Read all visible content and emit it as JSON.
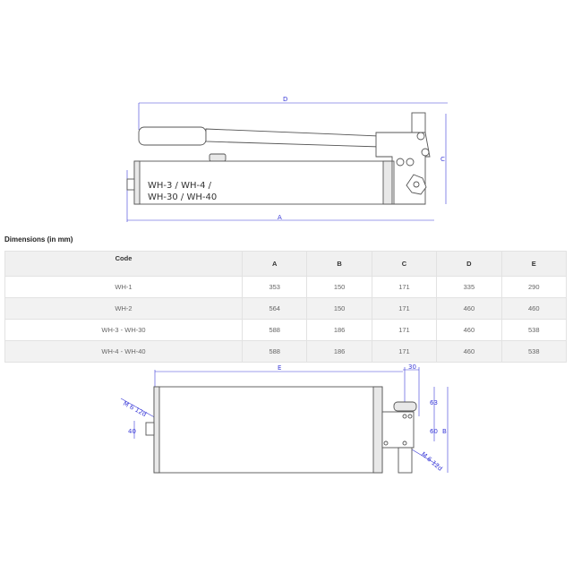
{
  "drawing_top": {
    "model_label_line1": "WH-3 / WH-4 /",
    "model_label_line2": "WH-30 / WH-40",
    "dim_D": "D",
    "dim_A": "A",
    "dim_C": "C"
  },
  "title": "Dimensions (in mm)",
  "table": {
    "headers": [
      "Code",
      "A",
      "B",
      "C",
      "D",
      "E"
    ],
    "rows": [
      [
        "WH-1",
        "353",
        "150",
        "171",
        "335",
        "290"
      ],
      [
        "WH-2",
        "564",
        "150",
        "171",
        "460",
        "460"
      ],
      [
        "WH-3 - WH-30",
        "588",
        "186",
        "171",
        "460",
        "538"
      ],
      [
        "WH-4 - WH-40",
        "588",
        "186",
        "171",
        "460",
        "538"
      ]
    ]
  },
  "drawing_bottom": {
    "dim_E": "E",
    "dim_30": "30",
    "dim_63": "63",
    "dim_60": "60",
    "dim_B": "B",
    "dim_40": "40",
    "thread_left": "M 6 12d",
    "thread_right": "M 6 12d"
  }
}
